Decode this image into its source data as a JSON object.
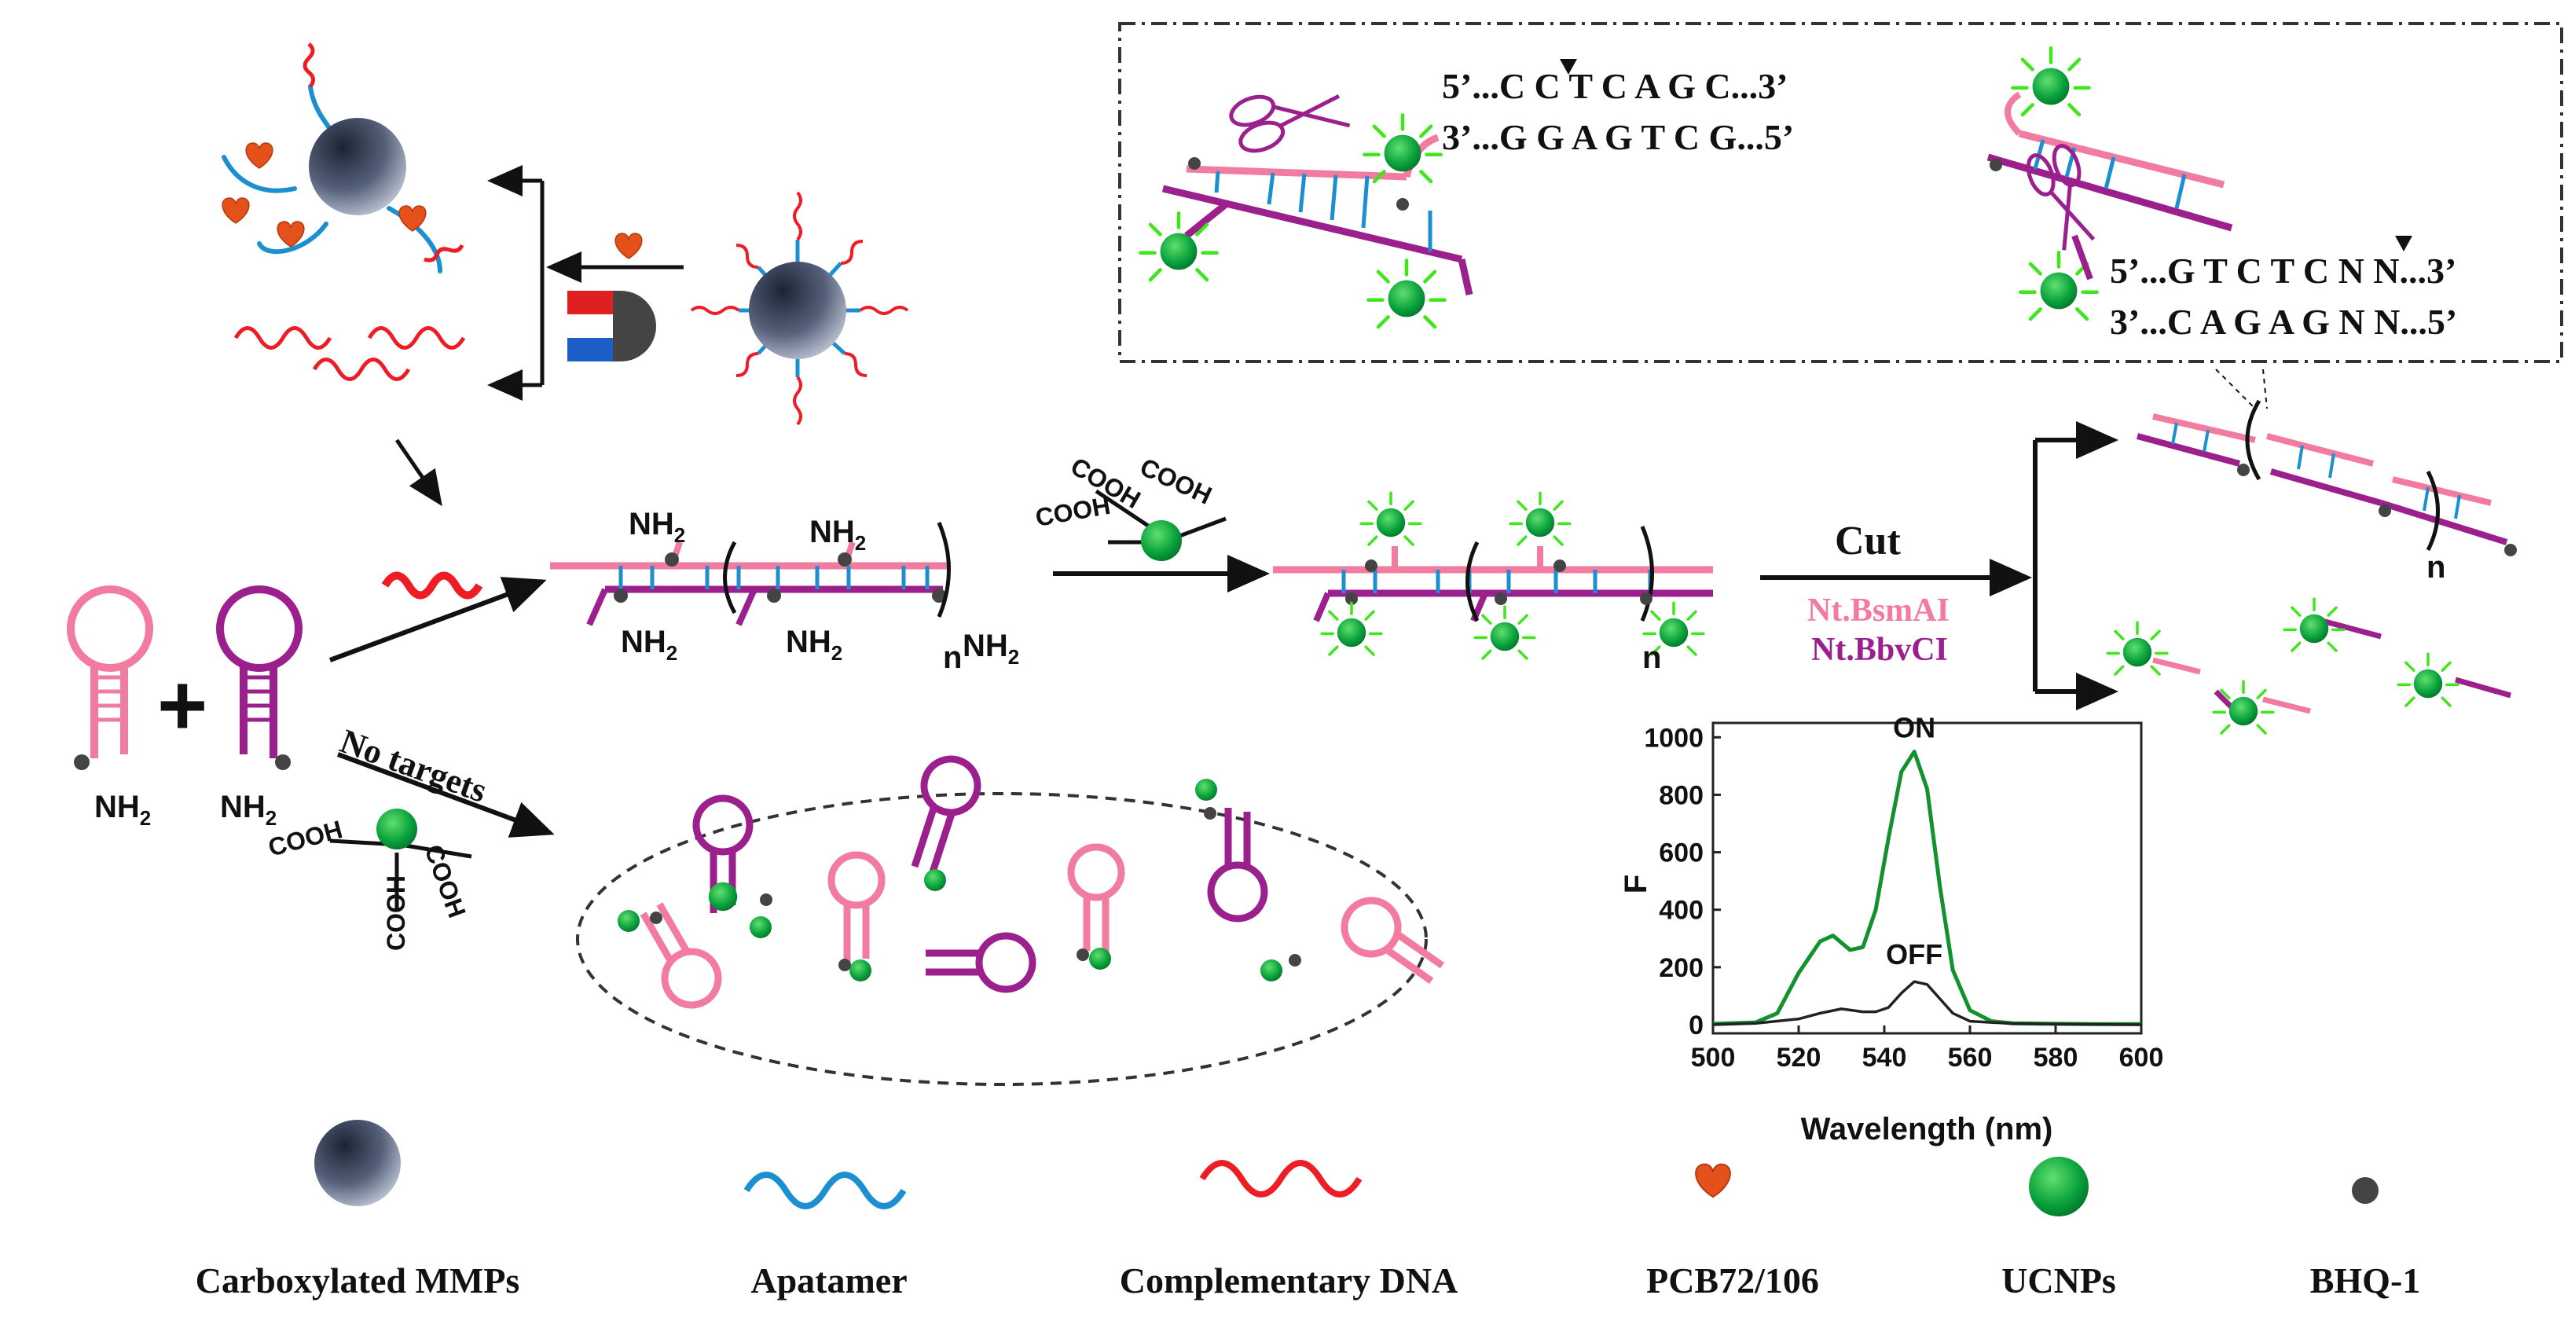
{
  "colors": {
    "pink": "#f27ba0",
    "purple": "#9b1f8c",
    "blue": "#1c8fd0",
    "red": "#ee1c25",
    "green": "#00913a",
    "greenLight": "#3ee61a",
    "orange": "#e4511b",
    "quencher": "#444444",
    "chartGreen": "#12922c",
    "chartBlack": "#222222"
  },
  "top_seq": {
    "a": "5’...C C T C A G C...3’",
    "b": "3’...G G A G T C G...5’"
  },
  "right_seq": {
    "a": "5’...G T C T C N N...3’",
    "b": "3’...C A G A G N N...5’"
  },
  "amine": {
    "nh2": "NH",
    "sub": "2",
    "n": "n"
  },
  "cooh": "COOH",
  "cut": {
    "label": "Cut",
    "enzyme1": "Nt.BsmAI",
    "enzyme2": "Nt.BbvCI"
  },
  "no_targets": "No targets",
  "chart_data": {
    "type": "line",
    "xlabel": "Wavelength (nm)",
    "ylabel": "F",
    "xlim": [
      500,
      600
    ],
    "ylim": [
      -30,
      1050
    ],
    "x_ticks": [
      500,
      520,
      540,
      560,
      580,
      600
    ],
    "y_ticks": [
      0,
      200,
      400,
      600,
      800,
      1000
    ],
    "series": [
      {
        "name": "ON",
        "x": [
          500,
          510,
          515,
          520,
          525,
          528,
          532,
          535,
          538,
          541,
          544,
          547,
          550,
          553,
          556,
          560,
          565,
          570,
          580,
          590,
          600
        ],
        "values": [
          3,
          8,
          40,
          180,
          290,
          310,
          260,
          270,
          400,
          650,
          880,
          950,
          820,
          480,
          190,
          50,
          12,
          5,
          3,
          2,
          2
        ]
      },
      {
        "name": "OFF",
        "x": [
          500,
          510,
          520,
          525,
          530,
          535,
          538,
          541,
          544,
          547,
          550,
          553,
          556,
          560,
          570,
          580,
          600
        ],
        "values": [
          0,
          5,
          20,
          40,
          55,
          45,
          45,
          60,
          110,
          150,
          140,
          90,
          40,
          12,
          4,
          2,
          0
        ]
      }
    ]
  },
  "legend": [
    {
      "label": "Carboxylated MMPs",
      "icon": "mmp-sphere-icon"
    },
    {
      "label": "Apatamer",
      "icon": "aptamer-wave-icon"
    },
    {
      "label": "Complementary DNA",
      "icon": "cdna-wave-icon"
    },
    {
      "label": "PCB72/106",
      "icon": "pcb-heart-icon"
    },
    {
      "label": "UCNPs",
      "icon": "ucnp-sphere-icon"
    },
    {
      "label": "BHQ-1",
      "icon": "bhq-dot-icon"
    }
  ]
}
